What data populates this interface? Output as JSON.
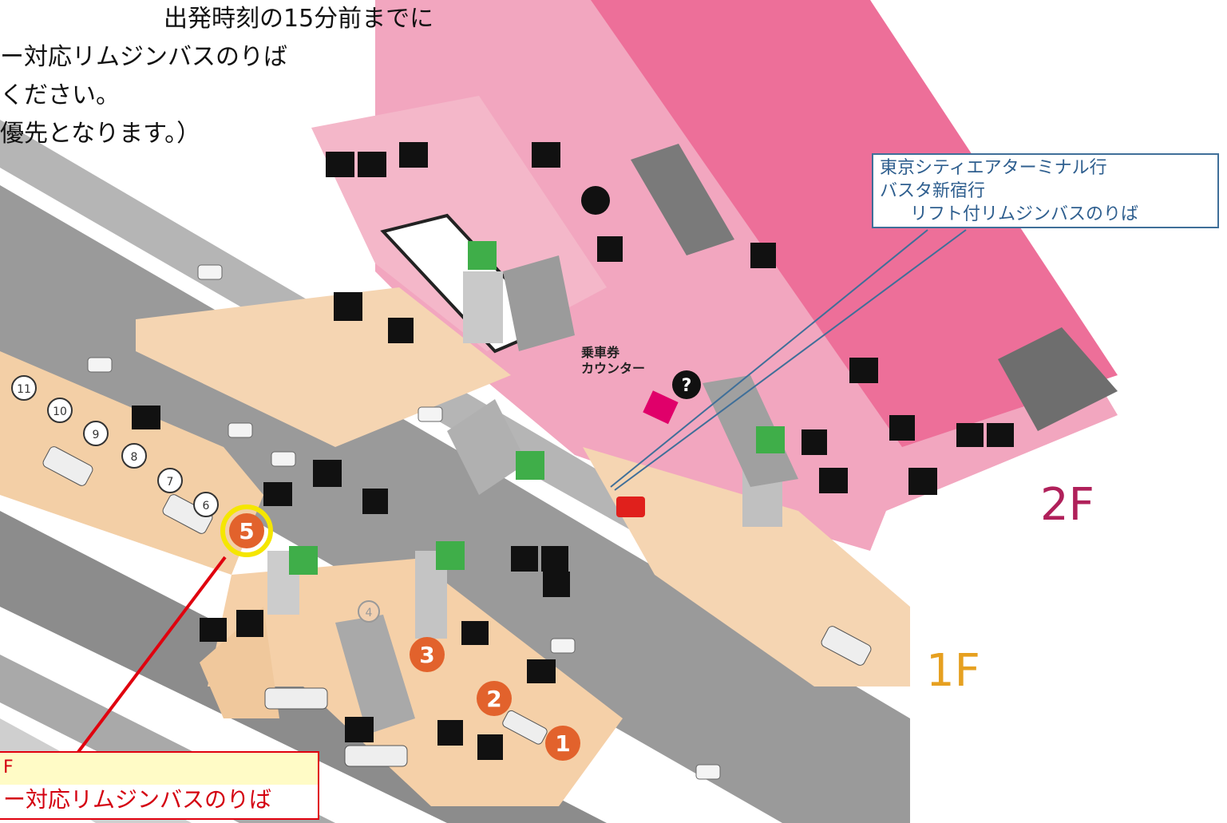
{
  "notice": {
    "line1": "出発時刻の15分前までに",
    "line2": "ー対応リムジンバスのりば",
    "line3": "ください。",
    "line4": "優先となります。）"
  },
  "callout_blue": {
    "line1": "東京シティエアターミナル行",
    "line2": "バスタ新宿行",
    "line3": "リフト付リムジンバスのりば",
    "color": "#3f6f99"
  },
  "callout_red": {
    "sub": "F",
    "main": "ー対応リムジンバスのりば",
    "color": "#e0000e"
  },
  "ticket_counter": {
    "line1": "乗車券",
    "line2": "カウンター"
  },
  "floors": {
    "upper": "2F",
    "lower": "1F",
    "upper_color": "#b0205a",
    "lower_color": "#e6a020"
  },
  "bus_stops": {
    "orange": [
      "1",
      "2",
      "3",
      "5"
    ],
    "outline": [
      "4",
      "6",
      "7",
      "8",
      "9",
      "10",
      "11"
    ],
    "highlighted": "5"
  },
  "colors": {
    "floor2": "#f0a0b8",
    "floor2_dark": "#e8608c",
    "floor1": "#f5d5b2",
    "road": "#8c8c8c",
    "stop_orange": "#e2622c",
    "highlight": "#f5e600",
    "icon_green": "#3fae49"
  }
}
